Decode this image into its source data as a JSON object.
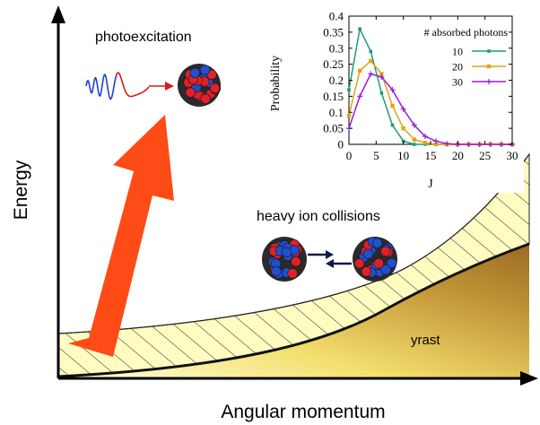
{
  "labels": {
    "energy_axis": "Energy",
    "momentum_axis": "Angular momentum",
    "photoexcitation": "photoexcitation",
    "heavy_ion": "heavy ion collisions",
    "yrast": "yrast"
  },
  "colors": {
    "arrow": "#ff4b16",
    "hatch_band": "#fffcc2",
    "yrast_dark": "#9a6b22",
    "yrast_light": "#ffffe0",
    "proton": "#e0202a",
    "neutron": "#2050d0",
    "series_10": "#1a9e77",
    "series_20": "#e6a117",
    "series_30": "#9b1cd6"
  },
  "chart_data": {
    "type": "line",
    "title": "",
    "xlabel": "J",
    "ylabel": "Probability",
    "xlim": [
      0,
      30
    ],
    "ylim": [
      0,
      0.4
    ],
    "xticks": [
      "0",
      "5",
      "10",
      "15",
      "20",
      "25",
      "30"
    ],
    "yticks": [
      "0",
      "0.05",
      "0.1",
      "0.15",
      "0.2",
      "0.25",
      "0.3",
      "0.35",
      "0.4"
    ],
    "legend_title": "# absorbed photons",
    "legend_position": "top-right",
    "x": [
      0,
      2,
      4,
      6,
      8,
      10,
      12,
      14,
      16,
      18,
      20,
      22,
      24,
      26,
      28,
      30
    ],
    "series": [
      {
        "name": "10",
        "color": "#1a9e77",
        "values": [
          0.17,
          0.36,
          0.29,
          0.16,
          0.06,
          0.01,
          0,
          0,
          0,
          0,
          0,
          0,
          0,
          0,
          0,
          0
        ]
      },
      {
        "name": "20",
        "color": "#e6a117",
        "values": [
          0.09,
          0.23,
          0.26,
          0.22,
          0.12,
          0.05,
          0.015,
          0.005,
          0,
          0,
          0,
          0,
          0,
          0,
          0,
          0
        ]
      },
      {
        "name": "30",
        "color": "#9b1cd6",
        "values": [
          0.05,
          0.15,
          0.22,
          0.21,
          0.17,
          0.11,
          0.06,
          0.025,
          0.01,
          0.002,
          0,
          0,
          0,
          0,
          0,
          0
        ]
      }
    ]
  }
}
